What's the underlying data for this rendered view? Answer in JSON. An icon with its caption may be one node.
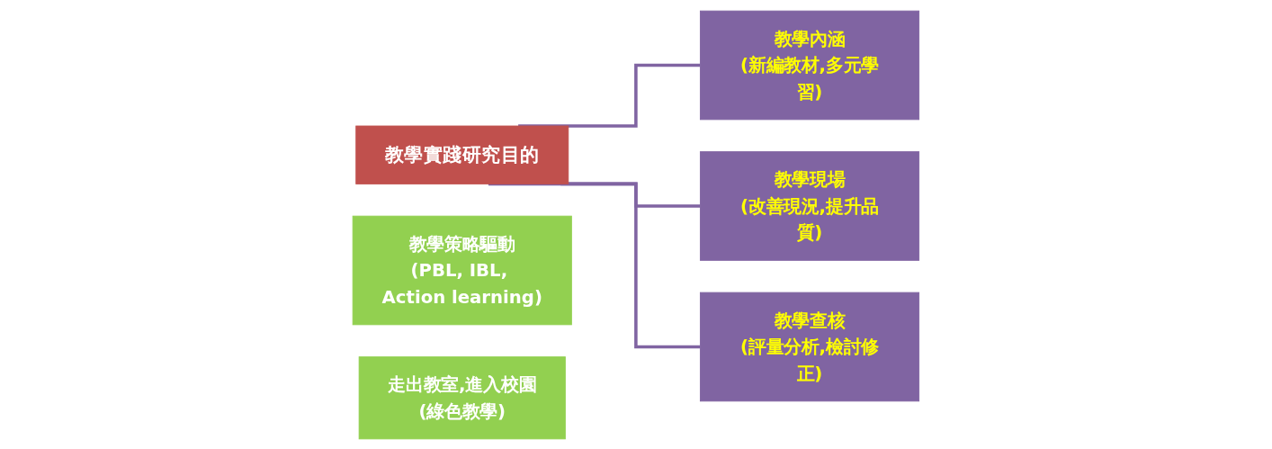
{
  "diagram": {
    "nodes": [
      {
        "text": [
          "教學實踐研究目的"
        ]
      },
      {
        "text": [
          "教學策略驅動",
          "(PBL, IBL, Action learning)"
        ]
      },
      {
        "text": [
          "走出教室,進入校園",
          "(綠色教學)"
        ]
      },
      {
        "text": [
          "教學內涵",
          "(新編教材,多元學習)"
        ]
      },
      {
        "text": [
          "教學現場",
          "(改善現況,提升品質)"
        ]
      },
      {
        "text": [
          "教學查核",
          "(評量分析,檢討修正)"
        ]
      }
    ],
    "edges": [
      {
        "from": 0,
        "to": 3,
        "arrow": "none"
      },
      {
        "from": 0,
        "to": 4,
        "arrow": "none"
      },
      {
        "from": 0,
        "to": 5,
        "arrow": "none"
      }
    ]
  }
}
